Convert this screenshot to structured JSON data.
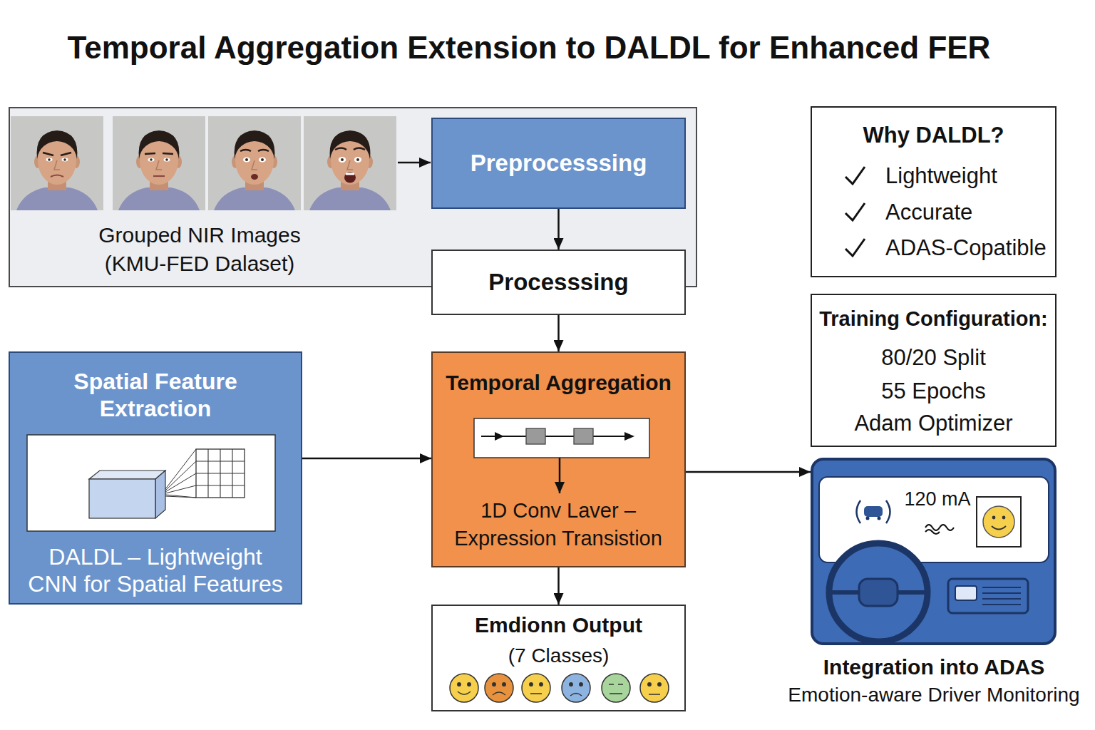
{
  "diagram": {
    "title": "Temporal Aggregation Extension to DALDL for Enhanced FER",
    "nodes": [
      {
        "text": [
          "Grouped NIR Images (KMU-FED Dalaset)"
        ]
      },
      {
        "text": [
          "Preprocesssing"
        ],
        "in": 0
      },
      {
        "text": [
          "Processsing"
        ]
      },
      {
        "text": [
          "Spatial Feature Extraction",
          "DALDL – Lightweight CNN for Spatial Features"
        ]
      },
      {
        "text": [
          "Temporal Aggregation",
          "1D Conv Laver – Expression Transistion"
        ]
      },
      {
        "text": [
          "Emdionn Output",
          "(7 Classes)"
        ]
      },
      {
        "text": [
          "Why DALDL?",
          "Lightweight",
          "Accurate",
          "ADAS-Copatible"
        ]
      },
      {
        "text": [
          "Training Configuration:",
          "80/20 Split",
          "55 Epochs",
          "Adam Optimizer"
        ]
      },
      {
        "text": [
          "120 mA",
          "Integration into ADAS",
          "Emotion-aware Driver Monitoring"
        ]
      }
    ],
    "edges": [
      {
        "from": 1,
        "to": 2,
        "arrow": "to"
      },
      {
        "from": 2,
        "to": 4,
        "arrow": "to"
      },
      {
        "from": 3,
        "to": 4,
        "arrow": "to"
      },
      {
        "from": 4,
        "to": 5,
        "arrow": "to"
      },
      {
        "from": 4,
        "to": 8,
        "arrow": "to"
      }
    ]
  }
}
